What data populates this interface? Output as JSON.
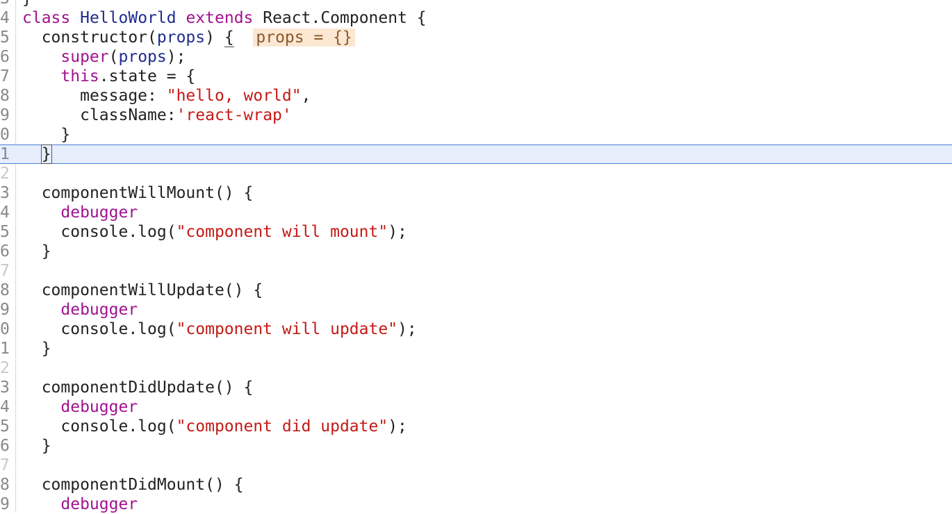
{
  "editor": {
    "colors": {
      "keyword": "#a0128e",
      "class_name": "#1e2d8f",
      "string": "#c41a16",
      "current_line": "#e6eefc",
      "inline_value_bg": "#fbe7d2"
    },
    "lines": [
      {
        "num": "3",
        "indent": "",
        "tokens": [
          {
            "t": "}",
            "c": "plain"
          }
        ]
      },
      {
        "num": "4",
        "indent": "",
        "tokens": [
          {
            "t": "class",
            "c": "kw"
          },
          {
            "t": " ",
            "c": "plain"
          },
          {
            "t": "HelloWorld",
            "c": "cls"
          },
          {
            "t": " ",
            "c": "plain"
          },
          {
            "t": "extends",
            "c": "kw"
          },
          {
            "t": " React.Component {",
            "c": "plain"
          }
        ]
      },
      {
        "num": "5",
        "indent": "  ",
        "tokens": [
          {
            "t": "constructor(",
            "c": "plain"
          },
          {
            "t": "props",
            "c": "ident"
          },
          {
            "t": ") ",
            "c": "plain"
          },
          {
            "t": "{",
            "c": "bracket"
          },
          {
            "t": "  ",
            "c": "plain"
          },
          {
            "t": "props = {}",
            "c": "inline"
          }
        ]
      },
      {
        "num": "6",
        "indent": "    ",
        "tokens": [
          {
            "t": "super",
            "c": "kw"
          },
          {
            "t": "(",
            "c": "plain"
          },
          {
            "t": "props",
            "c": "ident"
          },
          {
            "t": ");",
            "c": "plain"
          }
        ]
      },
      {
        "num": "7",
        "indent": "    ",
        "tokens": [
          {
            "t": "this",
            "c": "kw"
          },
          {
            "t": ".state = {",
            "c": "plain"
          }
        ]
      },
      {
        "num": "8",
        "indent": "      ",
        "tokens": [
          {
            "t": "message: ",
            "c": "plain"
          },
          {
            "t": "\"hello, world\"",
            "c": "str"
          },
          {
            "t": ",",
            "c": "plain"
          }
        ]
      },
      {
        "num": "9",
        "indent": "      ",
        "tokens": [
          {
            "t": "className:",
            "c": "plain"
          },
          {
            "t": "'react-wrap'",
            "c": "str"
          }
        ]
      },
      {
        "num": "0",
        "indent": "    ",
        "tokens": [
          {
            "t": "}",
            "c": "plain"
          }
        ]
      },
      {
        "num": "1",
        "indent": "  ",
        "tokens": [
          {
            "t": "}",
            "c": "cursor"
          }
        ],
        "current": true
      },
      {
        "num": "2",
        "indent": "",
        "tokens": [],
        "blank": true
      },
      {
        "num": "3",
        "indent": "  ",
        "tokens": [
          {
            "t": "componentWillMount() {",
            "c": "plain"
          }
        ]
      },
      {
        "num": "4",
        "indent": "    ",
        "tokens": [
          {
            "t": "debugger",
            "c": "kw"
          }
        ]
      },
      {
        "num": "5",
        "indent": "    ",
        "tokens": [
          {
            "t": "console.log(",
            "c": "plain"
          },
          {
            "t": "\"component will mount\"",
            "c": "str"
          },
          {
            "t": ");",
            "c": "plain"
          }
        ]
      },
      {
        "num": "6",
        "indent": "  ",
        "tokens": [
          {
            "t": "}",
            "c": "plain"
          }
        ]
      },
      {
        "num": "7",
        "indent": "",
        "tokens": [],
        "blank": true
      },
      {
        "num": "8",
        "indent": "  ",
        "tokens": [
          {
            "t": "componentWillUpdate() {",
            "c": "plain"
          }
        ]
      },
      {
        "num": "9",
        "indent": "    ",
        "tokens": [
          {
            "t": "debugger",
            "c": "kw"
          }
        ]
      },
      {
        "num": "0",
        "indent": "    ",
        "tokens": [
          {
            "t": "console.log(",
            "c": "plain"
          },
          {
            "t": "\"component will update\"",
            "c": "str"
          },
          {
            "t": ");",
            "c": "plain"
          }
        ]
      },
      {
        "num": "1",
        "indent": "  ",
        "tokens": [
          {
            "t": "}",
            "c": "plain"
          }
        ]
      },
      {
        "num": "2",
        "indent": "",
        "tokens": [],
        "blank": true
      },
      {
        "num": "3",
        "indent": "  ",
        "tokens": [
          {
            "t": "componentDidUpdate() {",
            "c": "plain"
          }
        ]
      },
      {
        "num": "4",
        "indent": "    ",
        "tokens": [
          {
            "t": "debugger",
            "c": "kw"
          }
        ]
      },
      {
        "num": "5",
        "indent": "    ",
        "tokens": [
          {
            "t": "console.log(",
            "c": "plain"
          },
          {
            "t": "\"component did update\"",
            "c": "str"
          },
          {
            "t": ");",
            "c": "plain"
          }
        ]
      },
      {
        "num": "6",
        "indent": "  ",
        "tokens": [
          {
            "t": "}",
            "c": "plain"
          }
        ]
      },
      {
        "num": "7",
        "indent": "",
        "tokens": [],
        "blank": true
      },
      {
        "num": "8",
        "indent": "  ",
        "tokens": [
          {
            "t": "componentDidMount() {",
            "c": "plain"
          }
        ]
      },
      {
        "num": "9",
        "indent": "    ",
        "tokens": [
          {
            "t": "debugger",
            "c": "kw"
          }
        ]
      }
    ]
  }
}
